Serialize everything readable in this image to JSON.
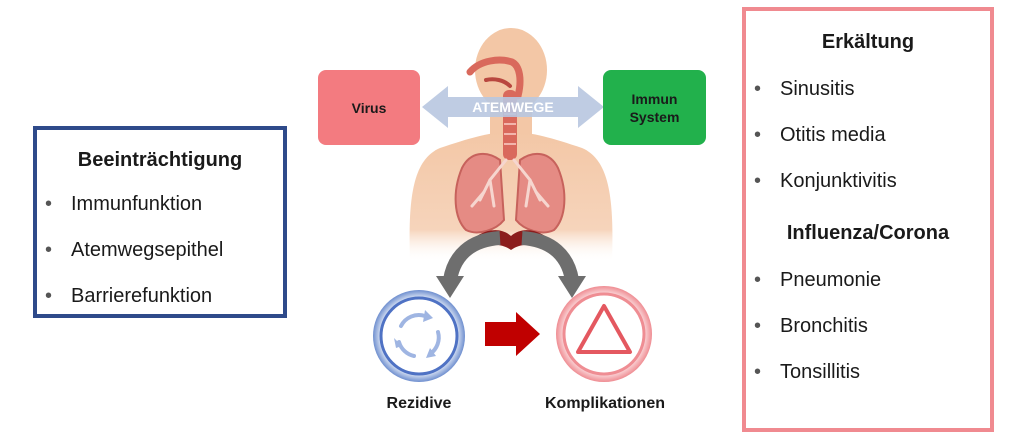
{
  "left_panel": {
    "title": "Beeinträchtigung",
    "items": [
      "Immunfunktion",
      "Atemwegsepithel",
      "Barrierefunktion"
    ]
  },
  "right_panel": {
    "section1_title": "Erkältung",
    "section1_items": [
      "Sinusitis",
      "Otitis media",
      "Konjunktivitis"
    ],
    "section2_title": "Influenza/Corona",
    "section2_items": [
      "Pneumonie",
      "Bronchitis",
      "Tonsillitis"
    ]
  },
  "center": {
    "virus_label": "Virus",
    "immun_label_line1": "Immun",
    "immun_label_line2": "System",
    "arrow_label": "ATEMWEGE",
    "recurrence_label": "Rezidive",
    "complications_label": "Komplikationen"
  },
  "colors": {
    "blue_border": "#2e4a8a",
    "pink_border": "#f08a90",
    "virus_fill": "#f37b80",
    "immune_fill": "#22b14c",
    "arrow_fill": "#b8c6e0",
    "red_arrow": "#c00000"
  },
  "icons": [
    "body-silhouette",
    "lungs",
    "recycle-cycle-icon",
    "warning-triangle-icon"
  ]
}
